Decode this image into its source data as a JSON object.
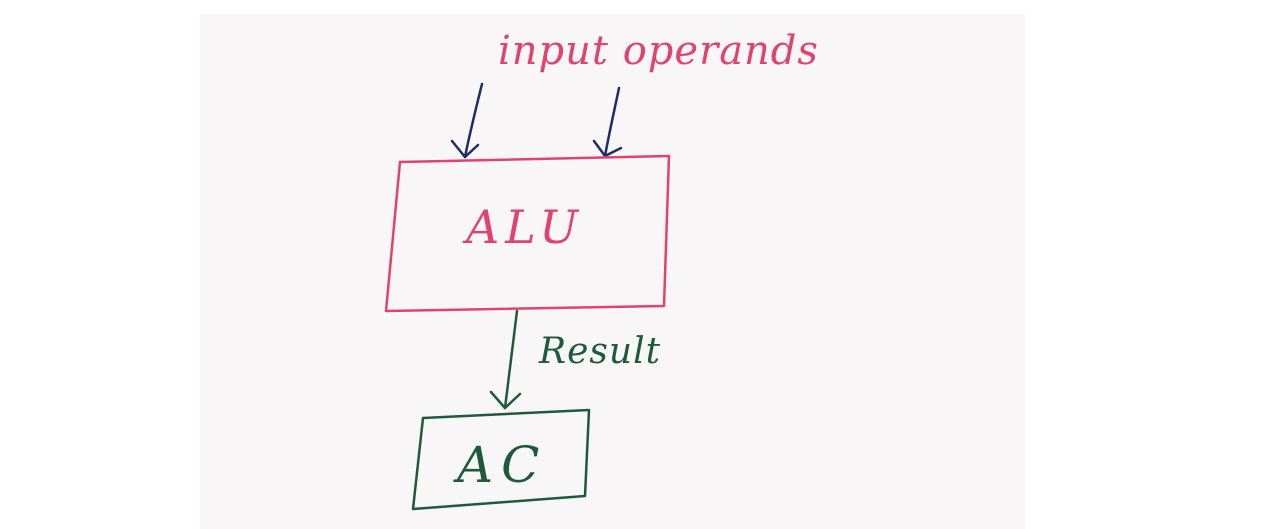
{
  "diagram": {
    "input_label": "input operands",
    "alu_label": "ALU",
    "result_label": "Result",
    "ac_label": "AC"
  },
  "colors": {
    "pink": "#e0436f",
    "navy": "#1f2c6b",
    "green": "#1f5a3a",
    "board": "#f8f6f6"
  }
}
